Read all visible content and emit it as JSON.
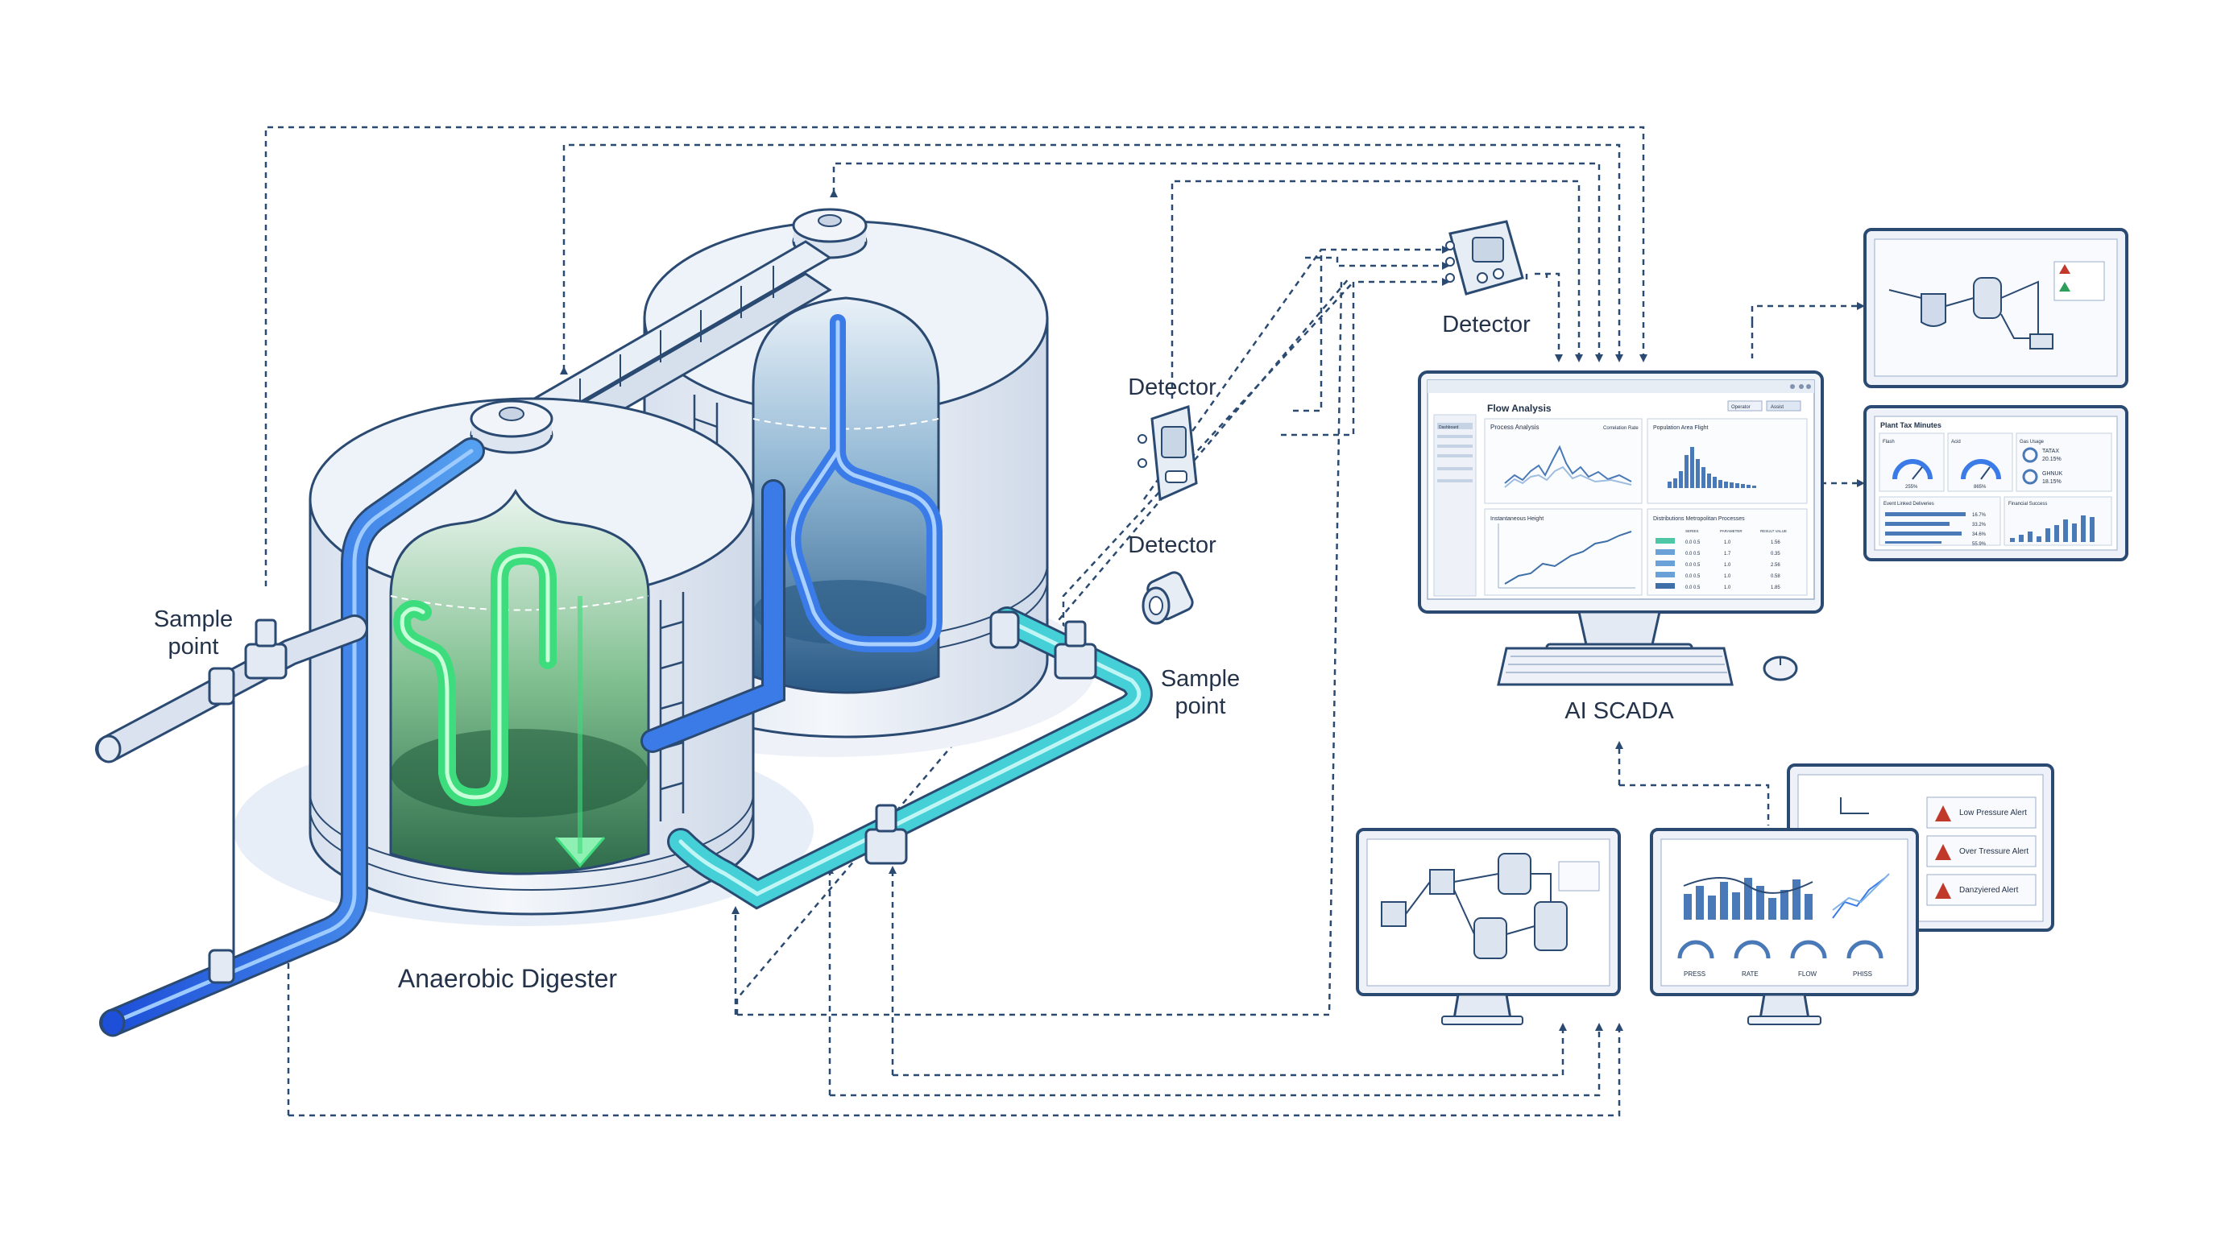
{
  "labels": {
    "sample_point_left": [
      "Sample",
      "point"
    ],
    "sample_point_right": [
      "Sample",
      "point"
    ],
    "detector_top": "Detector",
    "detector_mid": "Detector",
    "detector_low": "Detector",
    "digester": "Anaerobic Digester",
    "scada": "AI SCADA"
  },
  "main_monitor": {
    "title": "Flow Analysis",
    "header_buttons": [
      "Operator",
      "Assist"
    ],
    "sidebar_item": "Dashboard",
    "panel1_title": "Process Analysis",
    "panel1_sub": "Correlation Rate",
    "panel2_title": "Population Area Flight",
    "panel3_title": "Instantaneous Height",
    "panel4_title": "Distributions Metropolitan Processes",
    "table_headers": [
      "SERIES",
      "PARAMETER",
      "RESULT VALUE"
    ],
    "table_rows": [
      [
        "0.0 0.5",
        "1.0",
        "1.56"
      ],
      [
        "0.0 0.5",
        "1.7",
        "0.35"
      ],
      [
        "0.0 0.5",
        "1.0",
        "2.56"
      ],
      [
        "0.0 0.5",
        "1.0",
        "0.58"
      ],
      [
        "0.0 0.5",
        "1.0",
        "1.85"
      ]
    ]
  },
  "gauge_panel": {
    "title": "Plant Tax Minutes",
    "g1_label": "Flash",
    "g1_value": "255%",
    "g2_label": "Acid",
    "g2_value": "865%",
    "side_title": "Gas Usage",
    "side_values": [
      "TATAX",
      "20.15%",
      "GHNUK",
      "18.15%"
    ],
    "list_title": "Event Linked Deliveries",
    "list_values": [
      "16.7%",
      "33.2%",
      "34.6%",
      "55.9%"
    ],
    "bars_title": "Financial Success"
  },
  "alert_monitor": {
    "alerts": [
      "Low Pressure Alert",
      "Over Tressure Alert",
      "Danzyiered Alert"
    ]
  },
  "bottom_center_monitor": {
    "gauge_labels": [
      "PRESS",
      "RATE",
      "FLOW",
      "PHISS"
    ]
  },
  "colors": {
    "line": "#2b4a72",
    "green_pipe": "#3ddc7d",
    "blue_pipe": "#3a7be8",
    "cyan_pipe": "#44d0d6",
    "tank": "#e6ecf4",
    "screen": "#f3f6fa",
    "alert_red": "#c0392b"
  }
}
